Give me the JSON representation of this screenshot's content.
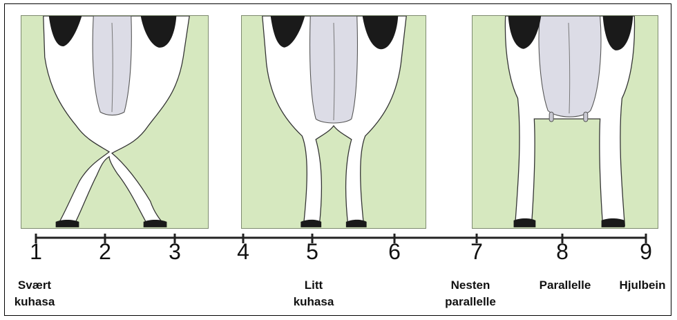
{
  "scale": {
    "numbers": [
      "1",
      "2",
      "3",
      "4",
      "5",
      "6",
      "7",
      "8",
      "9"
    ]
  },
  "labels": {
    "svaert_line1": "Svært",
    "svaert_line2": "kuhasa",
    "litt_line1": "Litt",
    "litt_line2": "kuhasa",
    "nesten_line1": "Nesten",
    "nesten_line2": "parallelle",
    "parallelle": "Parallelle",
    "hjulbein": "Hjulbein"
  },
  "colors": {
    "panel_background": "#d6e8bf",
    "black_patch": "#1a1a1a",
    "udder": "#dcdce6"
  },
  "figures": [
    {
      "name": "panel-strong-cow-hocked"
    },
    {
      "name": "panel-slight-cow-hocked"
    },
    {
      "name": "panel-parallel"
    }
  ]
}
